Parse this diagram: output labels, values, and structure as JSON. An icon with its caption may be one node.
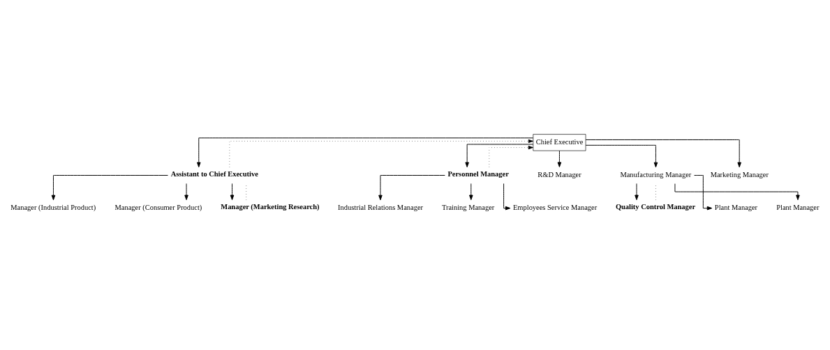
{
  "diagram": {
    "nodes": [
      {
        "text": [
          "Chief Executive"
        ]
      },
      {
        "text": [
          "Assistant to Chief Executive"
        ]
      },
      {
        "text": [
          "Personnel Manager"
        ]
      },
      {
        "text": [
          "R&D Manager"
        ]
      },
      {
        "text": [
          "Manufacturing Manager"
        ]
      },
      {
        "text": [
          "Marketing Manager"
        ]
      },
      {
        "text": [
          "Quality Control Manager"
        ]
      },
      {
        "text": [
          "Plant Manager"
        ]
      },
      {
        "text": [
          "Plant Manager"
        ]
      },
      {
        "text": [
          "Industrial Relations Manager"
        ]
      },
      {
        "text": [
          "Training Manager"
        ]
      },
      {
        "text": [
          "Employees Service Manager"
        ]
      },
      {
        "text": [
          "Manager (Industrial Product)"
        ]
      },
      {
        "text": [
          "Manager (Consumer Product)"
        ]
      },
      {
        "text": [
          "Manager (Marketing Research)"
        ]
      }
    ],
    "edges": [
      {
        "from": 0,
        "to": 1,
        "arrow": "to"
      },
      {
        "from": 0,
        "to": 2,
        "arrow": "to"
      },
      {
        "from": 0,
        "to": 3,
        "arrow": "to"
      },
      {
        "from": 0,
        "to": 4,
        "arrow": "to"
      },
      {
        "from": 0,
        "to": 5,
        "arrow": "to"
      },
      {
        "from": 2,
        "to": 0,
        "arrow": "to",
        "style": "dashed"
      },
      {
        "from": 1,
        "to": 0,
        "arrow": "to",
        "style": "dashed"
      },
      {
        "from": 4,
        "to": 6,
        "arrow": "to"
      },
      {
        "from": 4,
        "to": 7,
        "arrow": "to"
      },
      {
        "from": 4,
        "to": 8,
        "arrow": "to"
      },
      {
        "from": 6,
        "to": 4,
        "arrow": "none",
        "style": "dashed"
      },
      {
        "from": 2,
        "to": 9,
        "arrow": "to"
      },
      {
        "from": 2,
        "to": 10,
        "arrow": "to"
      },
      {
        "from": 2,
        "to": 11,
        "arrow": "to"
      },
      {
        "from": 1,
        "to": 12,
        "arrow": "to"
      },
      {
        "from": 1,
        "to": 13,
        "arrow": "to"
      },
      {
        "from": 1,
        "to": 14,
        "arrow": "to"
      },
      {
        "from": 14,
        "to": 1,
        "arrow": "none",
        "style": "dashed"
      }
    ]
  }
}
